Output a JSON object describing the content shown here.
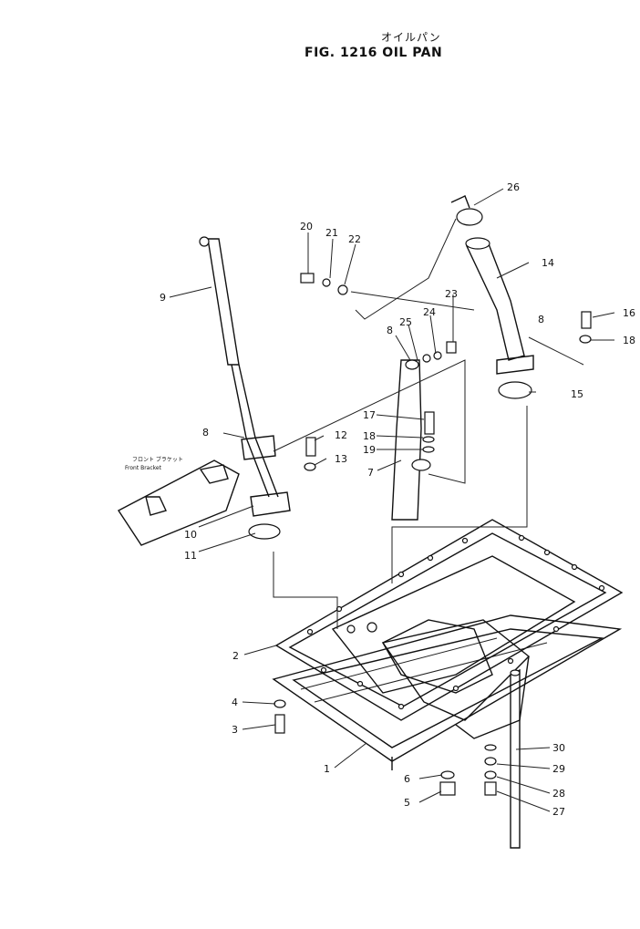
{
  "title_jp": "オイルパン",
  "title_en": "FIG. 1216  OIL PAN",
  "bracket_jp": "フロント ブラケット",
  "bracket_en": "Front Bracket",
  "callouts": [
    "1",
    "2",
    "3",
    "4",
    "5",
    "6",
    "7",
    "8",
    "8",
    "8",
    "9",
    "10",
    "11",
    "12",
    "13",
    "14",
    "15",
    "16",
    "17",
    "18",
    "18",
    "19",
    "20",
    "21",
    "22",
    "23",
    "24",
    "25",
    "26",
    "27",
    "28",
    "29",
    "30"
  ]
}
